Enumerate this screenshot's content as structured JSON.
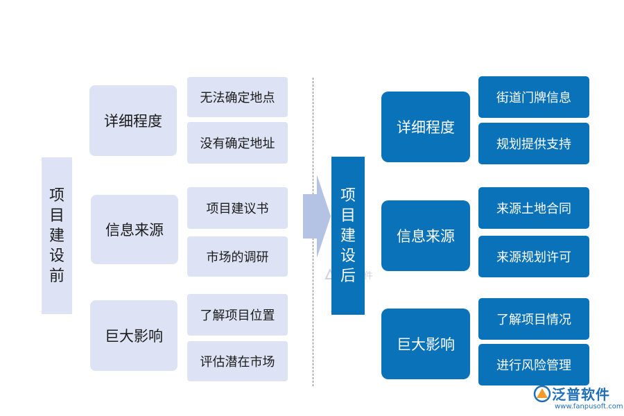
{
  "before": {
    "title_chars": [
      "项",
      "目",
      "建",
      "设",
      "前"
    ],
    "groups": [
      {
        "category": "详细程度",
        "items": [
          "无法确定地点",
          "没有确定地址"
        ]
      },
      {
        "category": "信息来源",
        "items": [
          "项目建议书",
          "市场的调研"
        ]
      },
      {
        "category": "巨大影响",
        "items": [
          "了解项目位置",
          "评估潜在市场"
        ]
      }
    ]
  },
  "after": {
    "title_chars": [
      "项",
      "目",
      "建",
      "设",
      "后"
    ],
    "groups": [
      {
        "category": "详细程度",
        "items": [
          "街道门牌信息",
          "规划提供支持"
        ]
      },
      {
        "category": "信息来源",
        "items": [
          "来源土地合同",
          "来源规划许可"
        ]
      },
      {
        "category": "巨大影响",
        "items": [
          "了解项目情况",
          "进行风险管理"
        ]
      }
    ]
  },
  "watermark": {
    "text": "泛普软件"
  },
  "brand": {
    "name": "泛普软件",
    "url": "www.fanpusoft.com"
  },
  "colors": {
    "left_fill": "#dde3f4",
    "right_fill": "#0a72b8",
    "arrow": "#b4c2e3"
  }
}
